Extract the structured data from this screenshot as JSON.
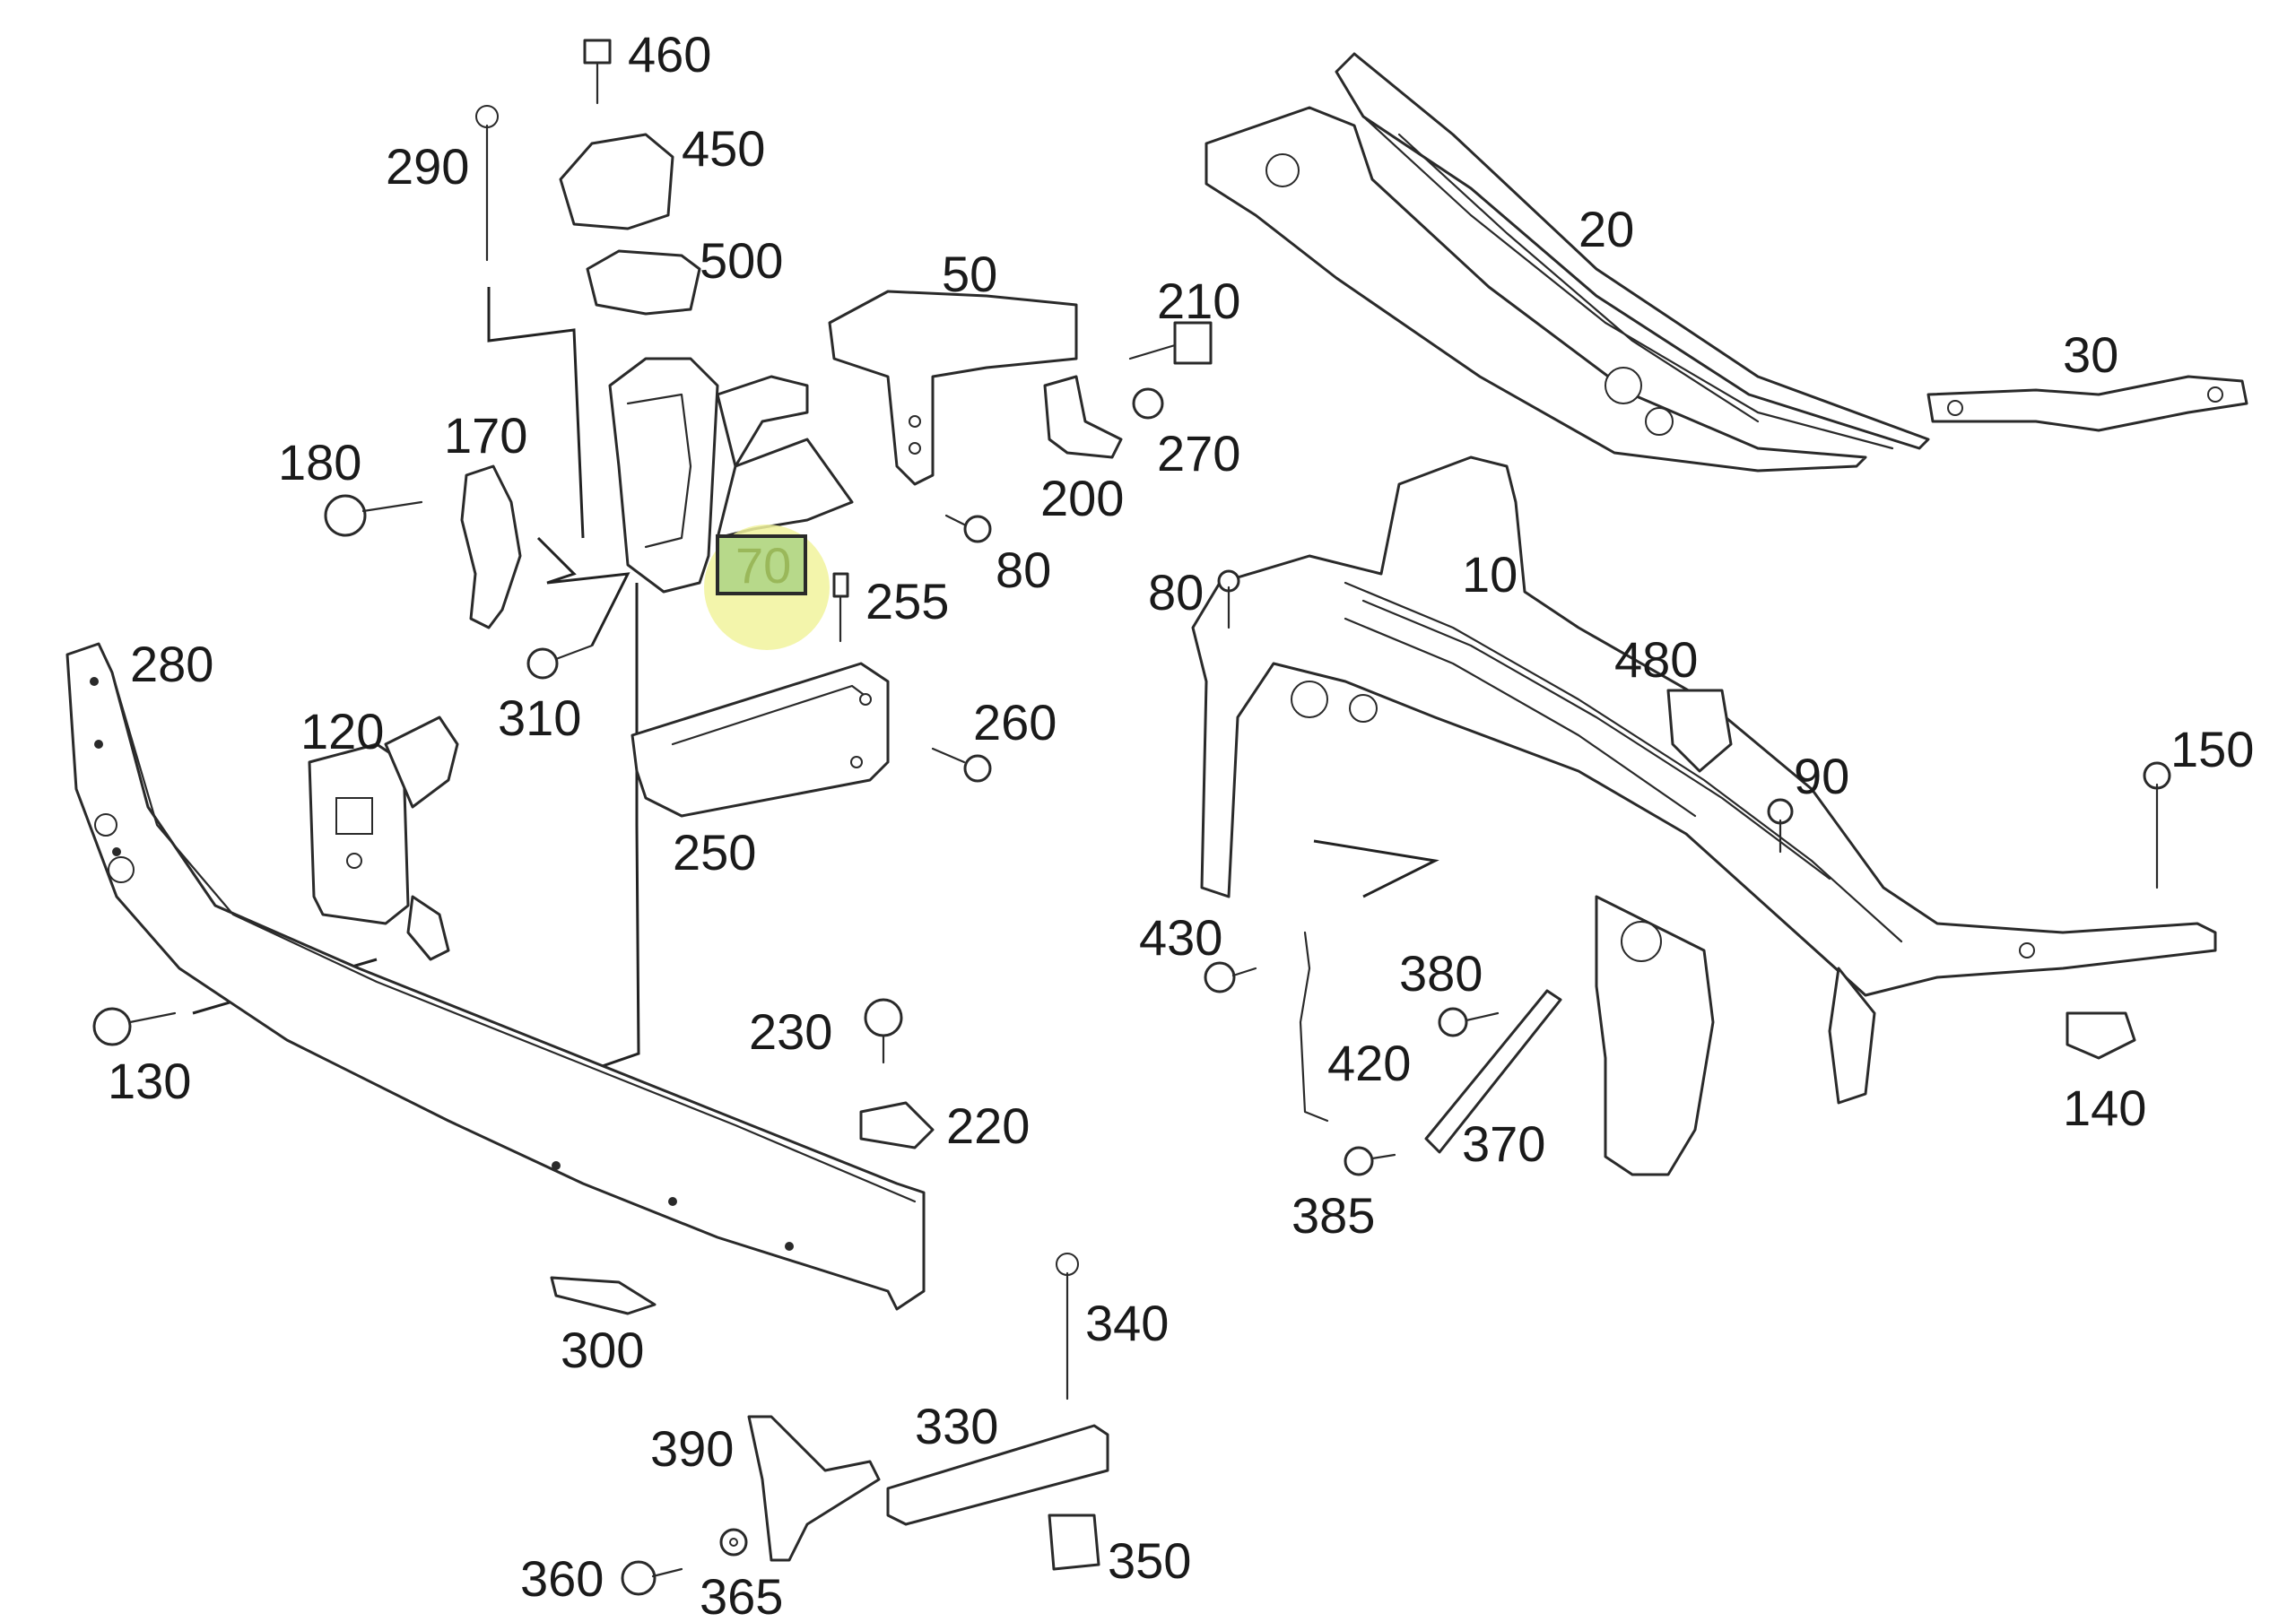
{
  "highlight": {
    "part": "70",
    "fill_color": "#b7d98a",
    "glow_color": "#f1f39c"
  },
  "callouts": {
    "c10": "10",
    "c20": "20",
    "c30": "30",
    "c50": "50",
    "c70": "70",
    "c80a": "80",
    "c80b": "80",
    "c90": "90",
    "c120": "120",
    "c130": "130",
    "c140": "140",
    "c150": "150",
    "c170": "170",
    "c180": "180",
    "c200": "200",
    "c210": "210",
    "c220": "220",
    "c230": "230",
    "c250": "250",
    "c255": "255",
    "c260": "260",
    "c270": "270",
    "c280": "280",
    "c290": "290",
    "c300": "300",
    "c310": "310",
    "c330": "330",
    "c340": "340",
    "c350": "350",
    "c360": "360",
    "c365": "365",
    "c370": "370",
    "c380": "380",
    "c385": "385",
    "c390": "390",
    "c420": "420",
    "c430": "430",
    "c450": "450",
    "c460": "460",
    "c480": "480",
    "c500": "500"
  },
  "icons": [
    "bolt-icon",
    "nut-icon",
    "bracket-icon",
    "clip-icon",
    "washer-icon"
  ]
}
